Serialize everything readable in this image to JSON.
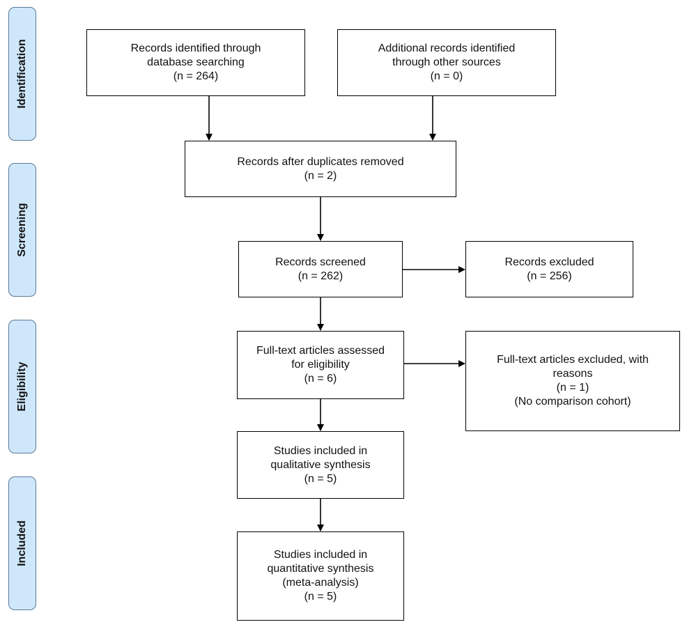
{
  "phases": {
    "identification": "Identification",
    "screening": "Screening",
    "eligibility": "Eligibility",
    "included": "Included"
  },
  "boxes": {
    "database_search": {
      "line1": "Records identified through",
      "line2": "database searching",
      "line3": "(n = 264)"
    },
    "other_sources": {
      "line1": "Additional records identified",
      "line2": "through other sources",
      "line3": "(n = 0)"
    },
    "duplicates_removed": {
      "line1": "Records after duplicates removed",
      "line2": "(n = 2)"
    },
    "screened": {
      "line1": "Records screened",
      "line2": "(n = 262)"
    },
    "excluded": {
      "line1": "Records excluded",
      "line2": "(n = 256)"
    },
    "fulltext_assessed": {
      "line1": "Full-text articles assessed",
      "line2": "for eligibility",
      "line3": "(n = 6)"
    },
    "fulltext_excluded": {
      "line1": "Full-text articles excluded, with",
      "line2": "reasons",
      "line3": "(n = 1)",
      "line4": "(No comparison cohort)"
    },
    "qualitative": {
      "line1": "Studies included in",
      "line2": "qualitative synthesis",
      "line3": "(n = 5)"
    },
    "quantitative": {
      "line1": "Studies included in",
      "line2": "quantitative synthesis",
      "line3": "(meta-analysis)",
      "line4": "(n = 5)"
    }
  }
}
